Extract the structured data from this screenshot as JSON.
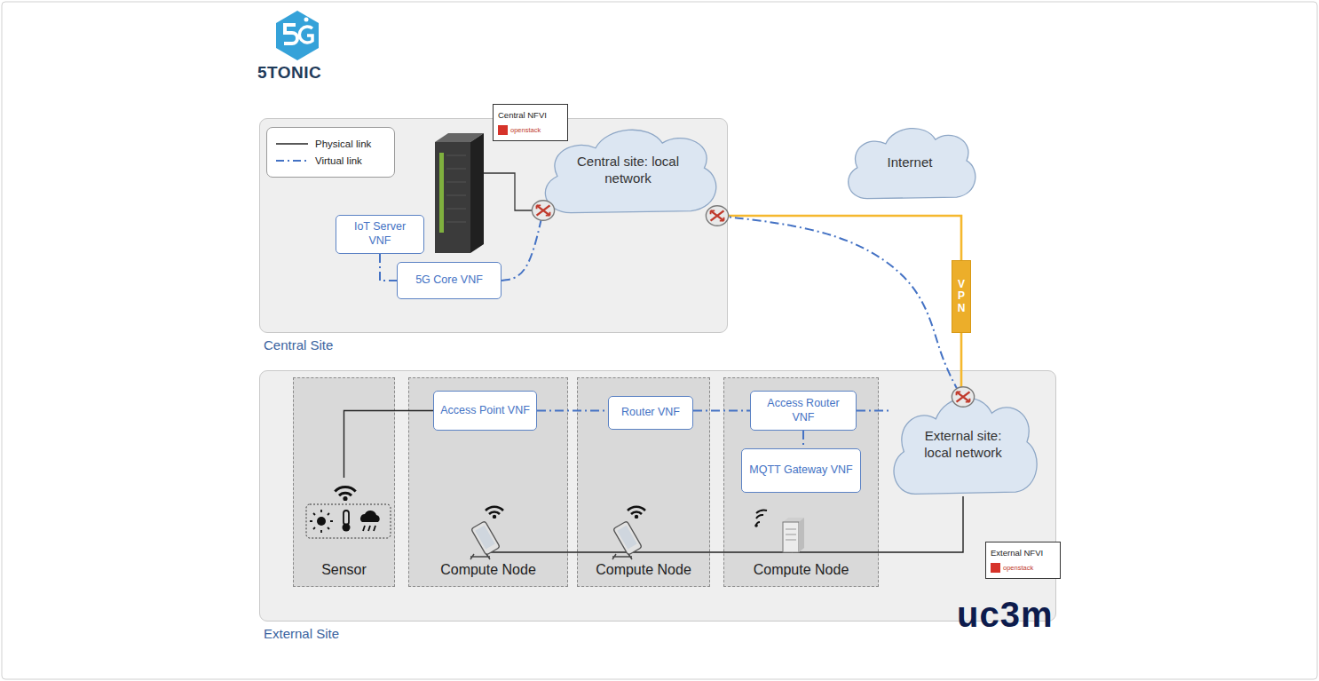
{
  "diagram": {
    "nodes": [
      {
        "text": [
          "Central Site"
        ]
      },
      {
        "text": [
          "Central NFVI",
          "openstack"
        ],
        "in": 0
      },
      {
        "text": [
          "IoT Server VNF"
        ],
        "in": 0
      },
      {
        "text": [
          "5G Core VNF"
        ],
        "in": 0
      },
      {
        "text": [
          "Central site: local network"
        ],
        "in": 0
      },
      {
        "text": [
          "Internet"
        ]
      },
      {
        "text": [
          "VPN"
        ]
      },
      {
        "text": [
          "External Site"
        ]
      },
      {
        "text": [
          "Sensor"
        ],
        "in": 7
      },
      {
        "text": [
          "Compute Node"
        ],
        "in": 7
      },
      {
        "text": [
          "Compute Node"
        ],
        "in": 7
      },
      {
        "text": [
          "Compute Node"
        ],
        "in": 7
      },
      {
        "text": [
          "Access Point VNF"
        ],
        "in": 9
      },
      {
        "text": [
          "Router VNF"
        ],
        "in": 10
      },
      {
        "text": [
          "Access Router VNF"
        ],
        "in": 11
      },
      {
        "text": [
          "MQTT Gateway VNF"
        ],
        "in": 11
      },
      {
        "text": [
          "External site: local network"
        ],
        "in": 7
      },
      {
        "text": [
          "External NFVI",
          "openstack"
        ],
        "in": 7
      }
    ],
    "edges": [
      {
        "from": 2,
        "to": 3,
        "arrow": "none"
      },
      {
        "from": 3,
        "to": 4,
        "arrow": "none"
      },
      {
        "from": 4,
        "to": 6,
        "arrow": "none"
      },
      {
        "from": 6,
        "to": 16,
        "arrow": "none"
      },
      {
        "from": 4,
        "to": 16,
        "arrow": "none"
      },
      {
        "from": 8,
        "to": 12,
        "arrow": "none"
      },
      {
        "from": 12,
        "to": 13,
        "arrow": "none"
      },
      {
        "from": 13,
        "to": 14,
        "arrow": "none"
      },
      {
        "from": 14,
        "to": 16,
        "arrow": "none"
      },
      {
        "from": 14,
        "to": 15,
        "arrow": "none"
      },
      {
        "from": 9,
        "to": 10,
        "arrow": "none"
      },
      {
        "from": 10,
        "to": 11,
        "arrow": "none"
      },
      {
        "from": 11,
        "to": 16,
        "arrow": "none"
      }
    ],
    "labels": [
      "5TONIC",
      "uc3m"
    ],
    "legend": [
      {
        "text": "Physical link"
      },
      {
        "text": "Virtual link"
      }
    ]
  }
}
